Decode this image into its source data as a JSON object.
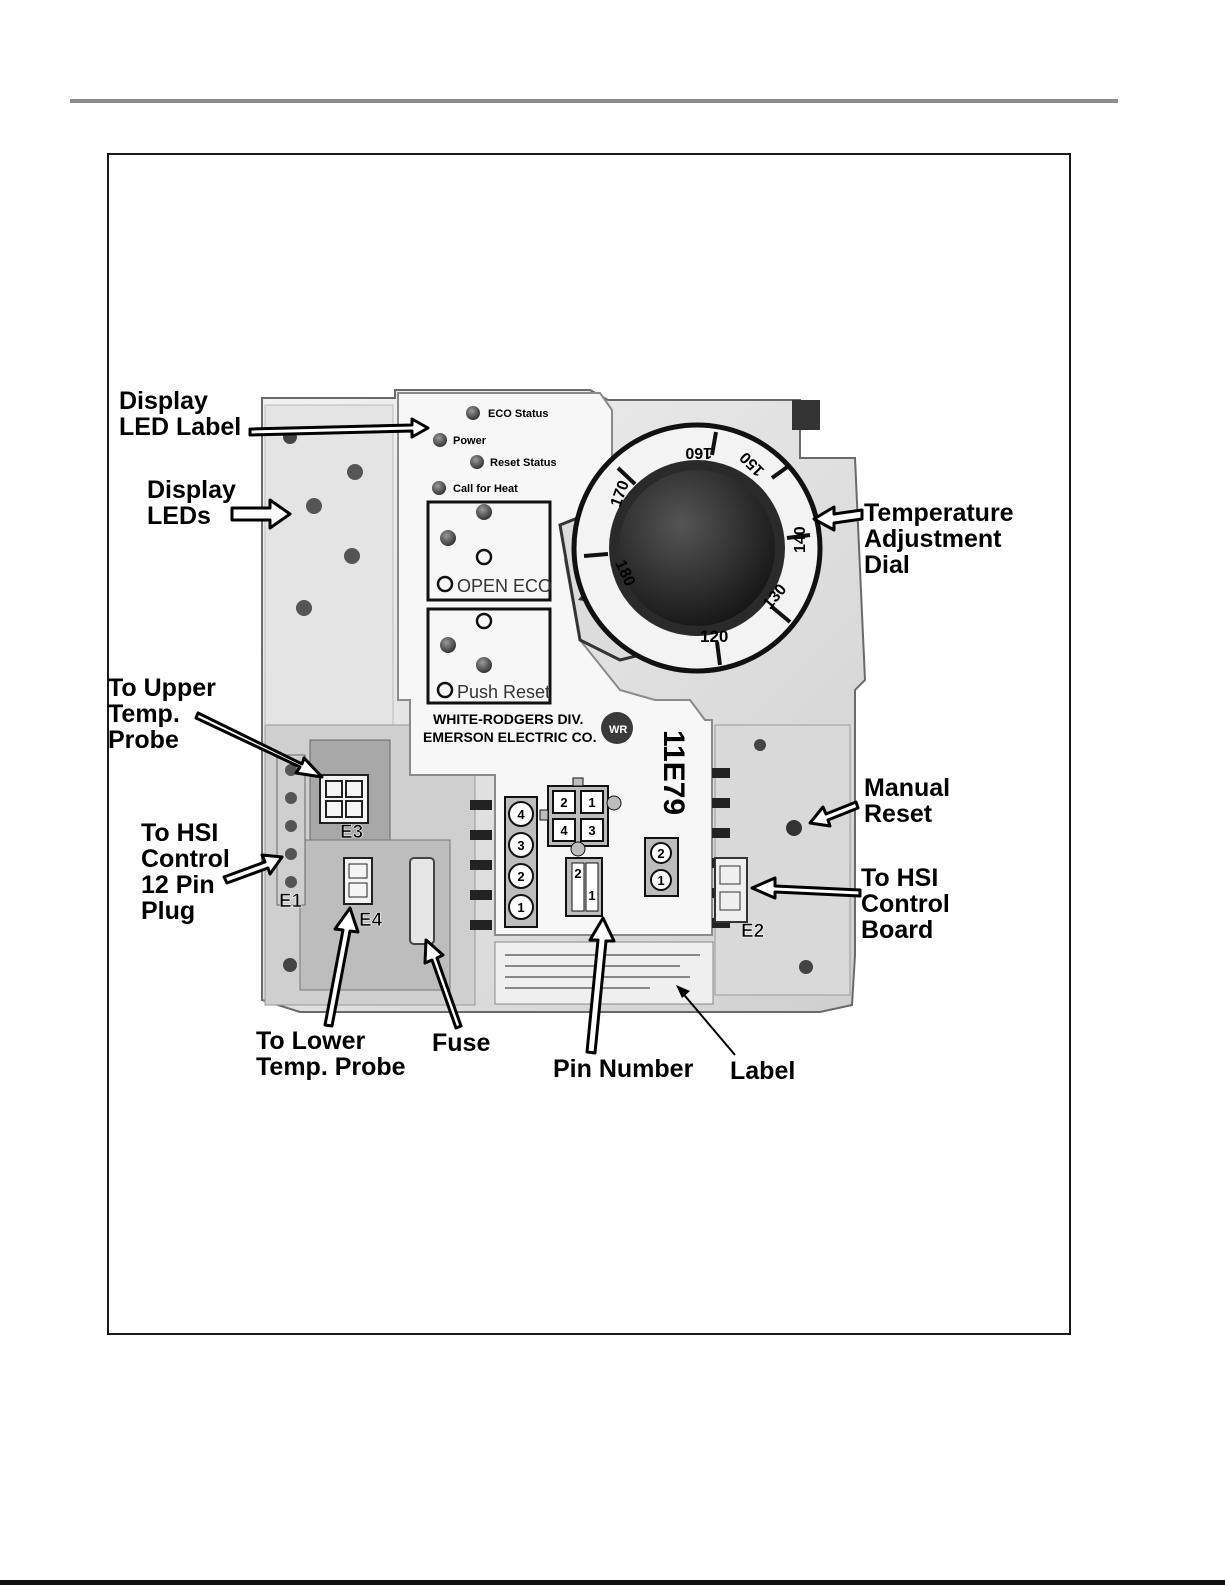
{
  "callouts": {
    "display_led_label": [
      "Display",
      "LED Label"
    ],
    "display_leds": [
      "Display",
      "LEDs"
    ],
    "temperature_dial": [
      "Temperature",
      "Adjustment",
      "Dial"
    ],
    "upper_probe": [
      "To Upper",
      "Temp.",
      "Probe"
    ],
    "hsi_12pin": [
      "To HSI",
      "Control",
      "12 Pin",
      "Plug"
    ],
    "manual_reset": [
      "Manual",
      "Reset"
    ],
    "hsi_board": [
      "To HSI",
      "Control",
      "Board"
    ],
    "lower_probe": [
      "To Lower",
      "Temp. Probe"
    ],
    "fuse": "Fuse",
    "pin_number": "Pin Number",
    "label": "Label"
  },
  "panel": {
    "eco_status": "ECO Status",
    "power": "Power",
    "reset_status": "Reset Status",
    "call_for_heat": "Call for Heat",
    "open_eco": "OPEN ECO",
    "push_reset": "Push Reset",
    "maker_line1": "WHITE-RODGERS DIV.",
    "maker_line2": "EMERSON ELECTRIC CO.",
    "logo_text": "WR",
    "model": "11E79"
  },
  "dial": {
    "ticks": [
      "120",
      "130",
      "140",
      "150",
      "160",
      "170",
      "180"
    ]
  },
  "connectors": {
    "e1": "E1",
    "e2": "E2",
    "e3": "E3",
    "e4": "E4",
    "pins_left": [
      "4",
      "3",
      "2",
      "1"
    ],
    "pins_square": [
      "2",
      "1",
      "4",
      "3"
    ],
    "pins_small": [
      "2",
      "1"
    ],
    "pins_right": [
      "2",
      "1"
    ]
  }
}
